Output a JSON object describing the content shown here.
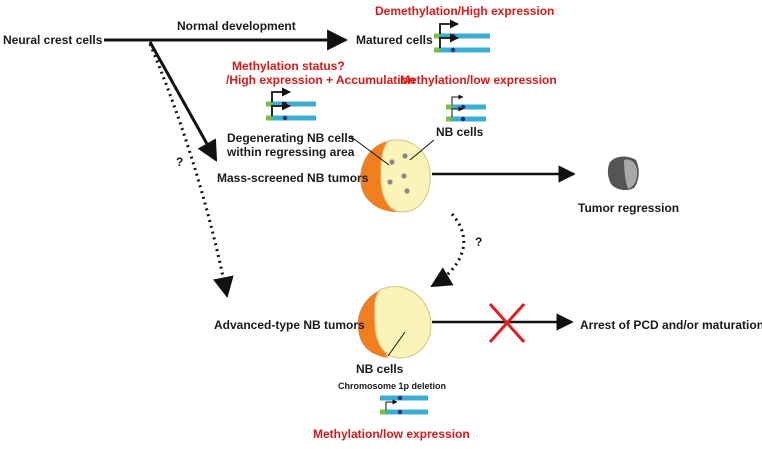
{
  "labels": {
    "neural_crest": "Neural crest cells",
    "normal_dev": "Normal development",
    "matured_cells": "Matured cells",
    "demethylation": "Demethylation/High expression",
    "methylation_status_1": "Methylation status?",
    "methylation_status_2": "/High expression + Accumulation",
    "methylation_low_top": "Methylation/low expression",
    "degenerating_1": "Degenerating NB cells",
    "degenerating_2": "within regressing area",
    "nb_cells_top": "NB cells",
    "question_left": "?",
    "mass_screened": "Mass-screened NB tumors",
    "tumor_regression": "Tumor regression",
    "question_right": "?",
    "advanced_type": "Advanced-type NB tumors",
    "arrest": "Arrest of PCD and/or maturation",
    "nb_cells_bottom": "NB cells",
    "chromosome": "Chromosome 1p deletion",
    "methylation_low_bottom": "Methylation/low expression"
  },
  "colors": {
    "red_text": "#d91a1a",
    "gene_bar": "#3aaed0",
    "gene_start": "#7ac143",
    "gene_mark": "#1b2f8f",
    "tumor_orange": "#f27f1e",
    "tumor_cream": "#fcf3b8",
    "regressed_gray": "#777777",
    "cross_red": "#e02020"
  }
}
